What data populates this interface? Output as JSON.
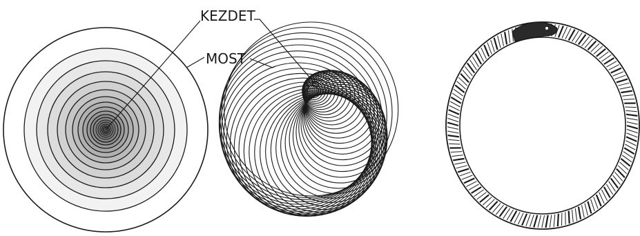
{
  "labels": {
    "start": "KEZDET",
    "now": "MOST"
  },
  "panels": [
    {
      "name": "concentric-circles"
    },
    {
      "name": "spiral-loops"
    },
    {
      "name": "ouroboros"
    }
  ],
  "colors": {
    "ink": "#1a1a1a",
    "background": "#ffffff"
  }
}
